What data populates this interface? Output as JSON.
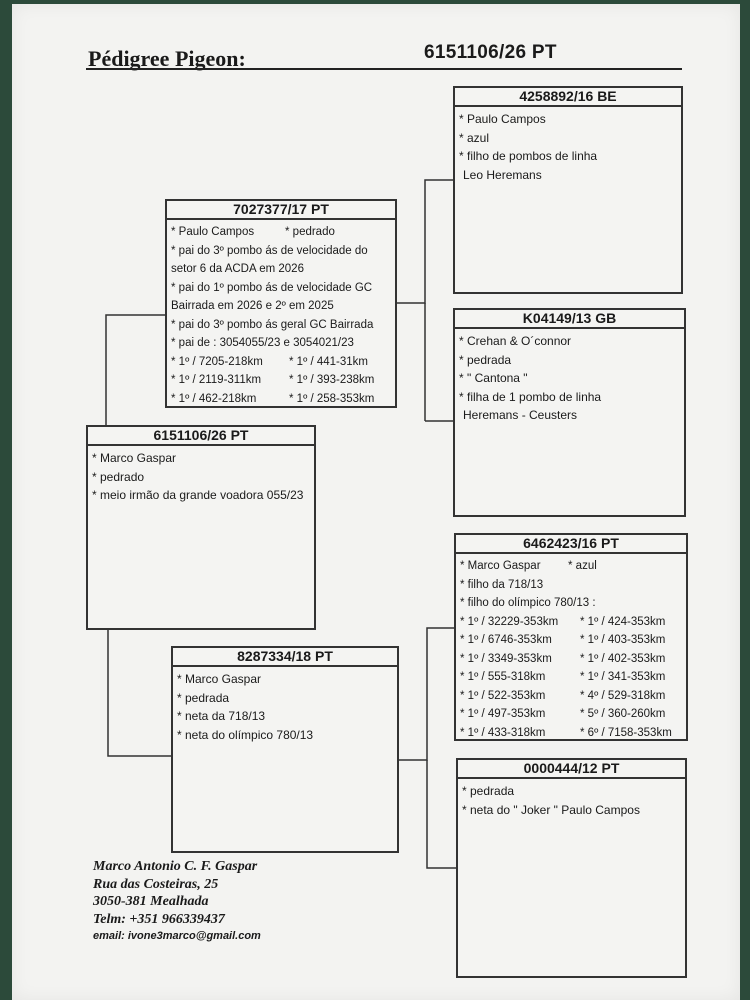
{
  "header": {
    "title": "Pédigree Pigeon:",
    "ring": "6151106/26   PT"
  },
  "boxes": {
    "subject": {
      "ring": "6151106/26   PT",
      "lines": [
        "* Marco Gaspar",
        "* pedrado",
        "* meio irmão da grande voadora 055/23"
      ]
    },
    "sire": {
      "ring": "7027377/17   PT",
      "lines": [
        "* Paulo Campos",
        "* pai do 3º pombo ás de velocidade do",
        "setor 6 da ACDA em 2026",
        "* pai do 1º  pombo ás de velocidade GC",
        "Bairrada em 2026 e 2º em 2025",
        "* pai do 3º pombo ás geral GC Bairrada",
        "* pai de :   3054055/23 e 3054021/23",
        "* 1º / 7205-218km",
        "* 1º / 2119-311km",
        "* 1º / 462-218km"
      ],
      "col2": [
        "* pedrado",
        "",
        "",
        "",
        "",
        "",
        "",
        "* 1º / 441-31km",
        "* 1º / 393-238km",
        "* 1º / 258-353km"
      ]
    },
    "dam": {
      "ring": "8287334/18   PT",
      "lines": [
        "* Marco Gaspar",
        "* pedrada",
        "* neta da 718/13",
        "* neta do olímpico 780/13"
      ]
    },
    "sire_sire": {
      "ring": "4258892/16   BE",
      "lines": [
        "* Paulo Campos",
        "* azul",
        "* filho de pombos de linha",
        "  Leo Heremans"
      ]
    },
    "sire_dam": {
      "ring": "K04149/13   GB",
      "lines": [
        "* Crehan & O´connor",
        "* pedrada",
        "* \" Cantona \"",
        "* filha de 1 pombo de linha",
        "  Heremans - Ceusters"
      ]
    },
    "dam_sire": {
      "ring": "6462423/16   PT",
      "lines": [
        "* Marco Gaspar",
        "* filho da 718/13",
        "* filho do olímpico 780/13 :",
        "* 1º / 32229-353km",
        "* 1º / 6746-353km",
        "* 1º / 3349-353km",
        "* 1º / 555-318km",
        "* 1º / 522-353km",
        "* 1º / 497-353km",
        "* 1º / 433-318km"
      ],
      "col2": [
        "* azul",
        "",
        "",
        "* 1º / 424-353km",
        "* 1º / 403-353km",
        "* 1º / 402-353km",
        "* 1º / 341-353km",
        "* 4º / 529-318km",
        "* 5º / 360-260km",
        "* 6º / 7158-353km"
      ]
    },
    "dam_dam": {
      "ring": "0000444/12   PT",
      "lines": [
        "* pedrada",
        "* neta do \" Joker \" Paulo Campos"
      ]
    }
  },
  "footer": {
    "name": "Marco Antonio C. F. Gaspar",
    "street": "Rua das Costeiras, 25",
    "city": "3050-381 Mealhada",
    "phone": "Telm: +351 966339437",
    "email": "email: ivone3marco@gmail.com"
  }
}
